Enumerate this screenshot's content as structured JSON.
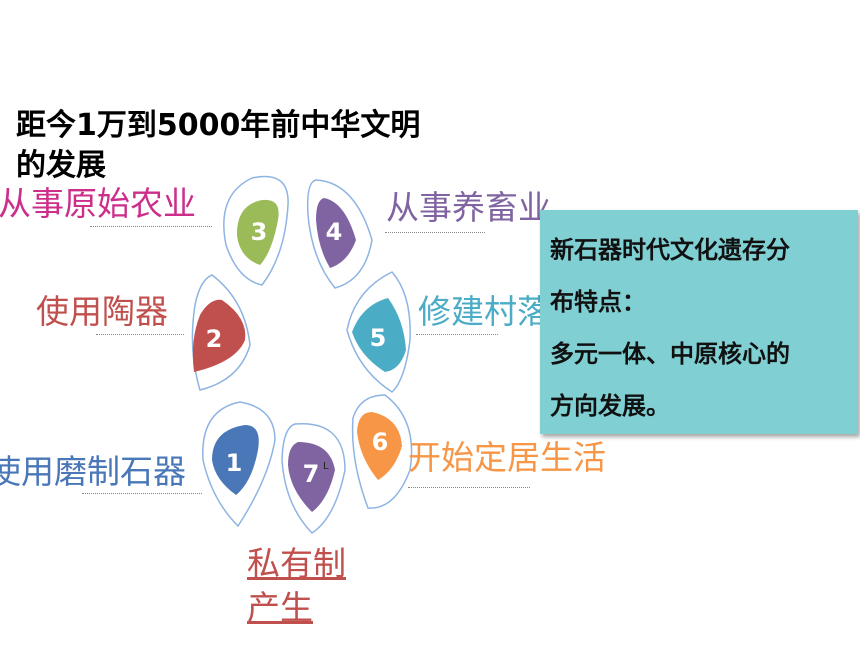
{
  "title": "距今1万到5000年前中华文明的发展",
  "petals": [
    {
      "number": "1",
      "label": "使用磨制石器",
      "color": "#4a77b8"
    },
    {
      "number": "2",
      "label": "使用陶器",
      "color": "#c0504d"
    },
    {
      "number": "3",
      "label": "从事原始农业",
      "color": "#9bbb59"
    },
    {
      "number": "4",
      "label": "从事养畜业",
      "color": "#8064a2"
    },
    {
      "number": "5",
      "label": "修建村落",
      "color": "#4bacc6"
    },
    {
      "number": "6",
      "label": "开始定居生活",
      "color": "#f79646"
    },
    {
      "number": "7",
      "label_line1": "私有制",
      "label_line2": "产生",
      "color": "#8064a2"
    }
  ],
  "label_colors": {
    "p1": "#4a77b8",
    "p2": "#c0504d",
    "p3": "#cc2e8a",
    "p4": "#8064a2",
    "p5": "#4bacc6",
    "p6": "#f79646",
    "p7": "#c0504d"
  },
  "petal_outline_color": "#8eb4e3",
  "infobox": {
    "line1": "新石器时代文化遗存分",
    "line2": "布特点：",
    "line3": "多元一体、中原核心的",
    "line4": "方向发展。",
    "background": "#7fcfd3"
  }
}
